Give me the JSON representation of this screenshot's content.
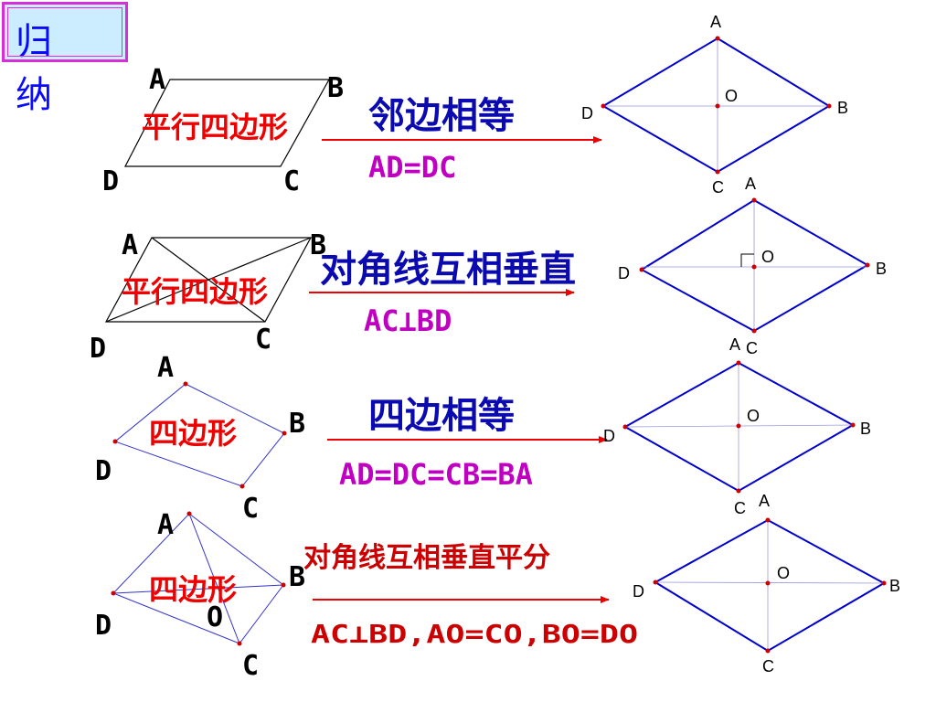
{
  "title": "归 纳",
  "rows": [
    {
      "figure_label": "平行四边形",
      "condition": "邻边相等",
      "formula": "AD=DC",
      "left_vertices": {
        "A": "A",
        "B": "B",
        "C": "C",
        "D": "D"
      },
      "rhombus_vertices": {
        "A": "A",
        "B": "B",
        "C": "C",
        "D": "D",
        "O": "O"
      }
    },
    {
      "figure_label": "平行四边形",
      "condition": "对角线互相垂直",
      "formula": "AC⊥BD",
      "left_vertices": {
        "A": "A",
        "B": "B",
        "C": "C",
        "D": "D"
      },
      "rhombus_vertices": {
        "A": "A",
        "B": "B",
        "C": "C",
        "D": "D",
        "O": "O"
      }
    },
    {
      "figure_label": "四边形",
      "condition": "四边相等",
      "formula": "AD=DC=CB=BA",
      "left_vertices": {
        "A": "A",
        "B": "B",
        "C": "C",
        "D": "D"
      },
      "rhombus_vertices": {
        "A": "A",
        "B": "B",
        "C": "C",
        "D": "D",
        "O": "O"
      }
    },
    {
      "figure_label": "四边形",
      "condition": "对角线互相垂直平分",
      "formula": "AC⊥BD,AO=CO,BO=DO",
      "left_vertices": {
        "A": "A",
        "B": "B",
        "C": "C",
        "D": "D",
        "O": "O"
      },
      "rhombus_vertices": {
        "A": "A",
        "B": "B",
        "C": "C",
        "D": "D",
        "O": "O"
      }
    }
  ],
  "colors": {
    "red": "#ee0000",
    "blue": "#0a0ab0",
    "magenta": "#c000c0",
    "rhombus": "#0000cc",
    "title_bg": "#ccecff",
    "title_border": "#d62fd6"
  }
}
